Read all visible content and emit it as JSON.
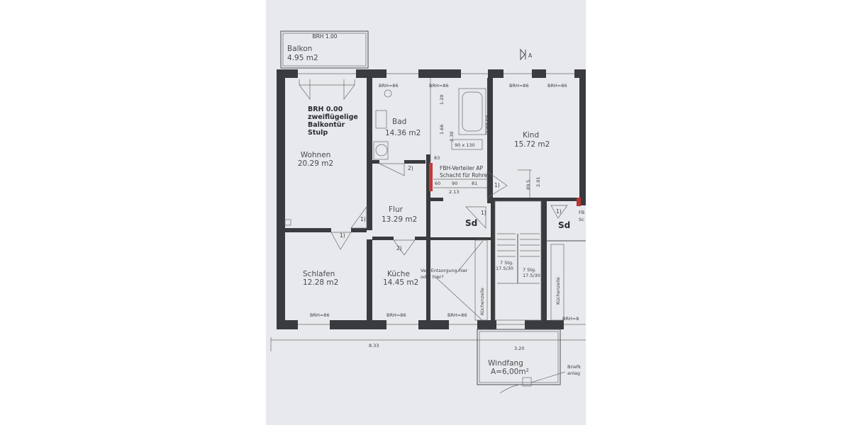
{
  "balcony": {
    "brh": "BRH 1.00",
    "name": "Balkon",
    "area": "4.95 m2"
  },
  "axis_marker": "A",
  "wohnen": {
    "note1": "BRH 0.00",
    "note2": "zweiflügelige",
    "note3": "Balkontür",
    "note4": "Stulp",
    "name": "Wohnen",
    "area": "20.29 m2"
  },
  "bad": {
    "name": "Bad",
    "area": "14.36 m2",
    "dim_120": "1.20",
    "dim_166": "1.66",
    "dim_230": "2.30",
    "vorwand": "Vorwand",
    "shower": "90 x 130"
  },
  "kind": {
    "name": "Kind",
    "area": "15.72 m2",
    "dim_895": "89",
    "dim_895_sup": "5",
    "dim_201": "2.01"
  },
  "fbh": {
    "line1": "FBH-Verteiler AP",
    "line2": "Schacht für Rohre",
    "d1": "60",
    "d2": "90",
    "d3": "81",
    "total": "2.13",
    "small": "83"
  },
  "flur": {
    "name": "Flur",
    "area": "13.29 m2"
  },
  "schlafen": {
    "name": "Schlafen",
    "area": "12.28 m2"
  },
  "kueche": {
    "name": "Küche",
    "area": "14.45 m2",
    "note1": "Ver- Entsorgung hier",
    "note2": "oder hier?",
    "zeile": "Küchenzeile"
  },
  "stairs": {
    "left1": "7 Stg.",
    "left2": "17.5/30",
    "right1": "7 Stg.",
    "right2": "17.5/30"
  },
  "storage": {
    "sd1": "Sd",
    "sd2": "Sd",
    "fb_partial": "FB",
    "sc_partial": "Sc"
  },
  "right_unit": {
    "zeile": "Küchenzeile",
    "brh": "BRH=8"
  },
  "brh86": "BRH=86",
  "door_1": "1)",
  "door_2": "2)",
  "dims": {
    "total": "8.33",
    "right": "3.20"
  },
  "windfang": {
    "name": "Windfang",
    "area": "A=6,00m²"
  },
  "brief": {
    "line1": "Briefk",
    "line2": "anlag"
  }
}
